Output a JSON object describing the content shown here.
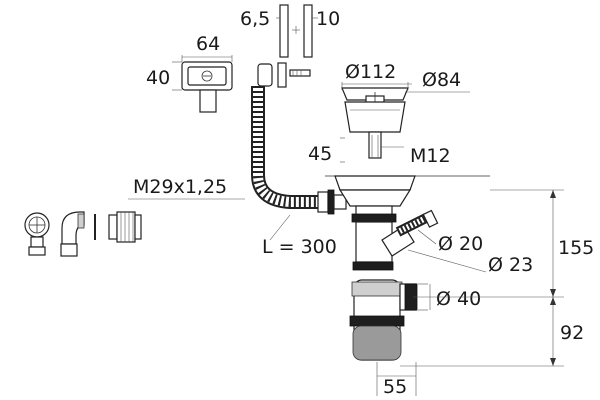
{
  "dimensions": {
    "overflow_width": "64",
    "overflow_height": "40",
    "slot_left": "6,5",
    "slot_right": "10",
    "strainer_outer": "Ø112",
    "strainer_inner": "Ø84",
    "strainer_depth": "45",
    "bolt": "M12",
    "thread": "M29x1,25",
    "hose_length": "L = 300",
    "side_inlet_small": "Ø 20",
    "side_inlet_large": "Ø 23",
    "outlet": "Ø 40",
    "height_total": "155",
    "height_outlet": "92",
    "offset": "55"
  }
}
